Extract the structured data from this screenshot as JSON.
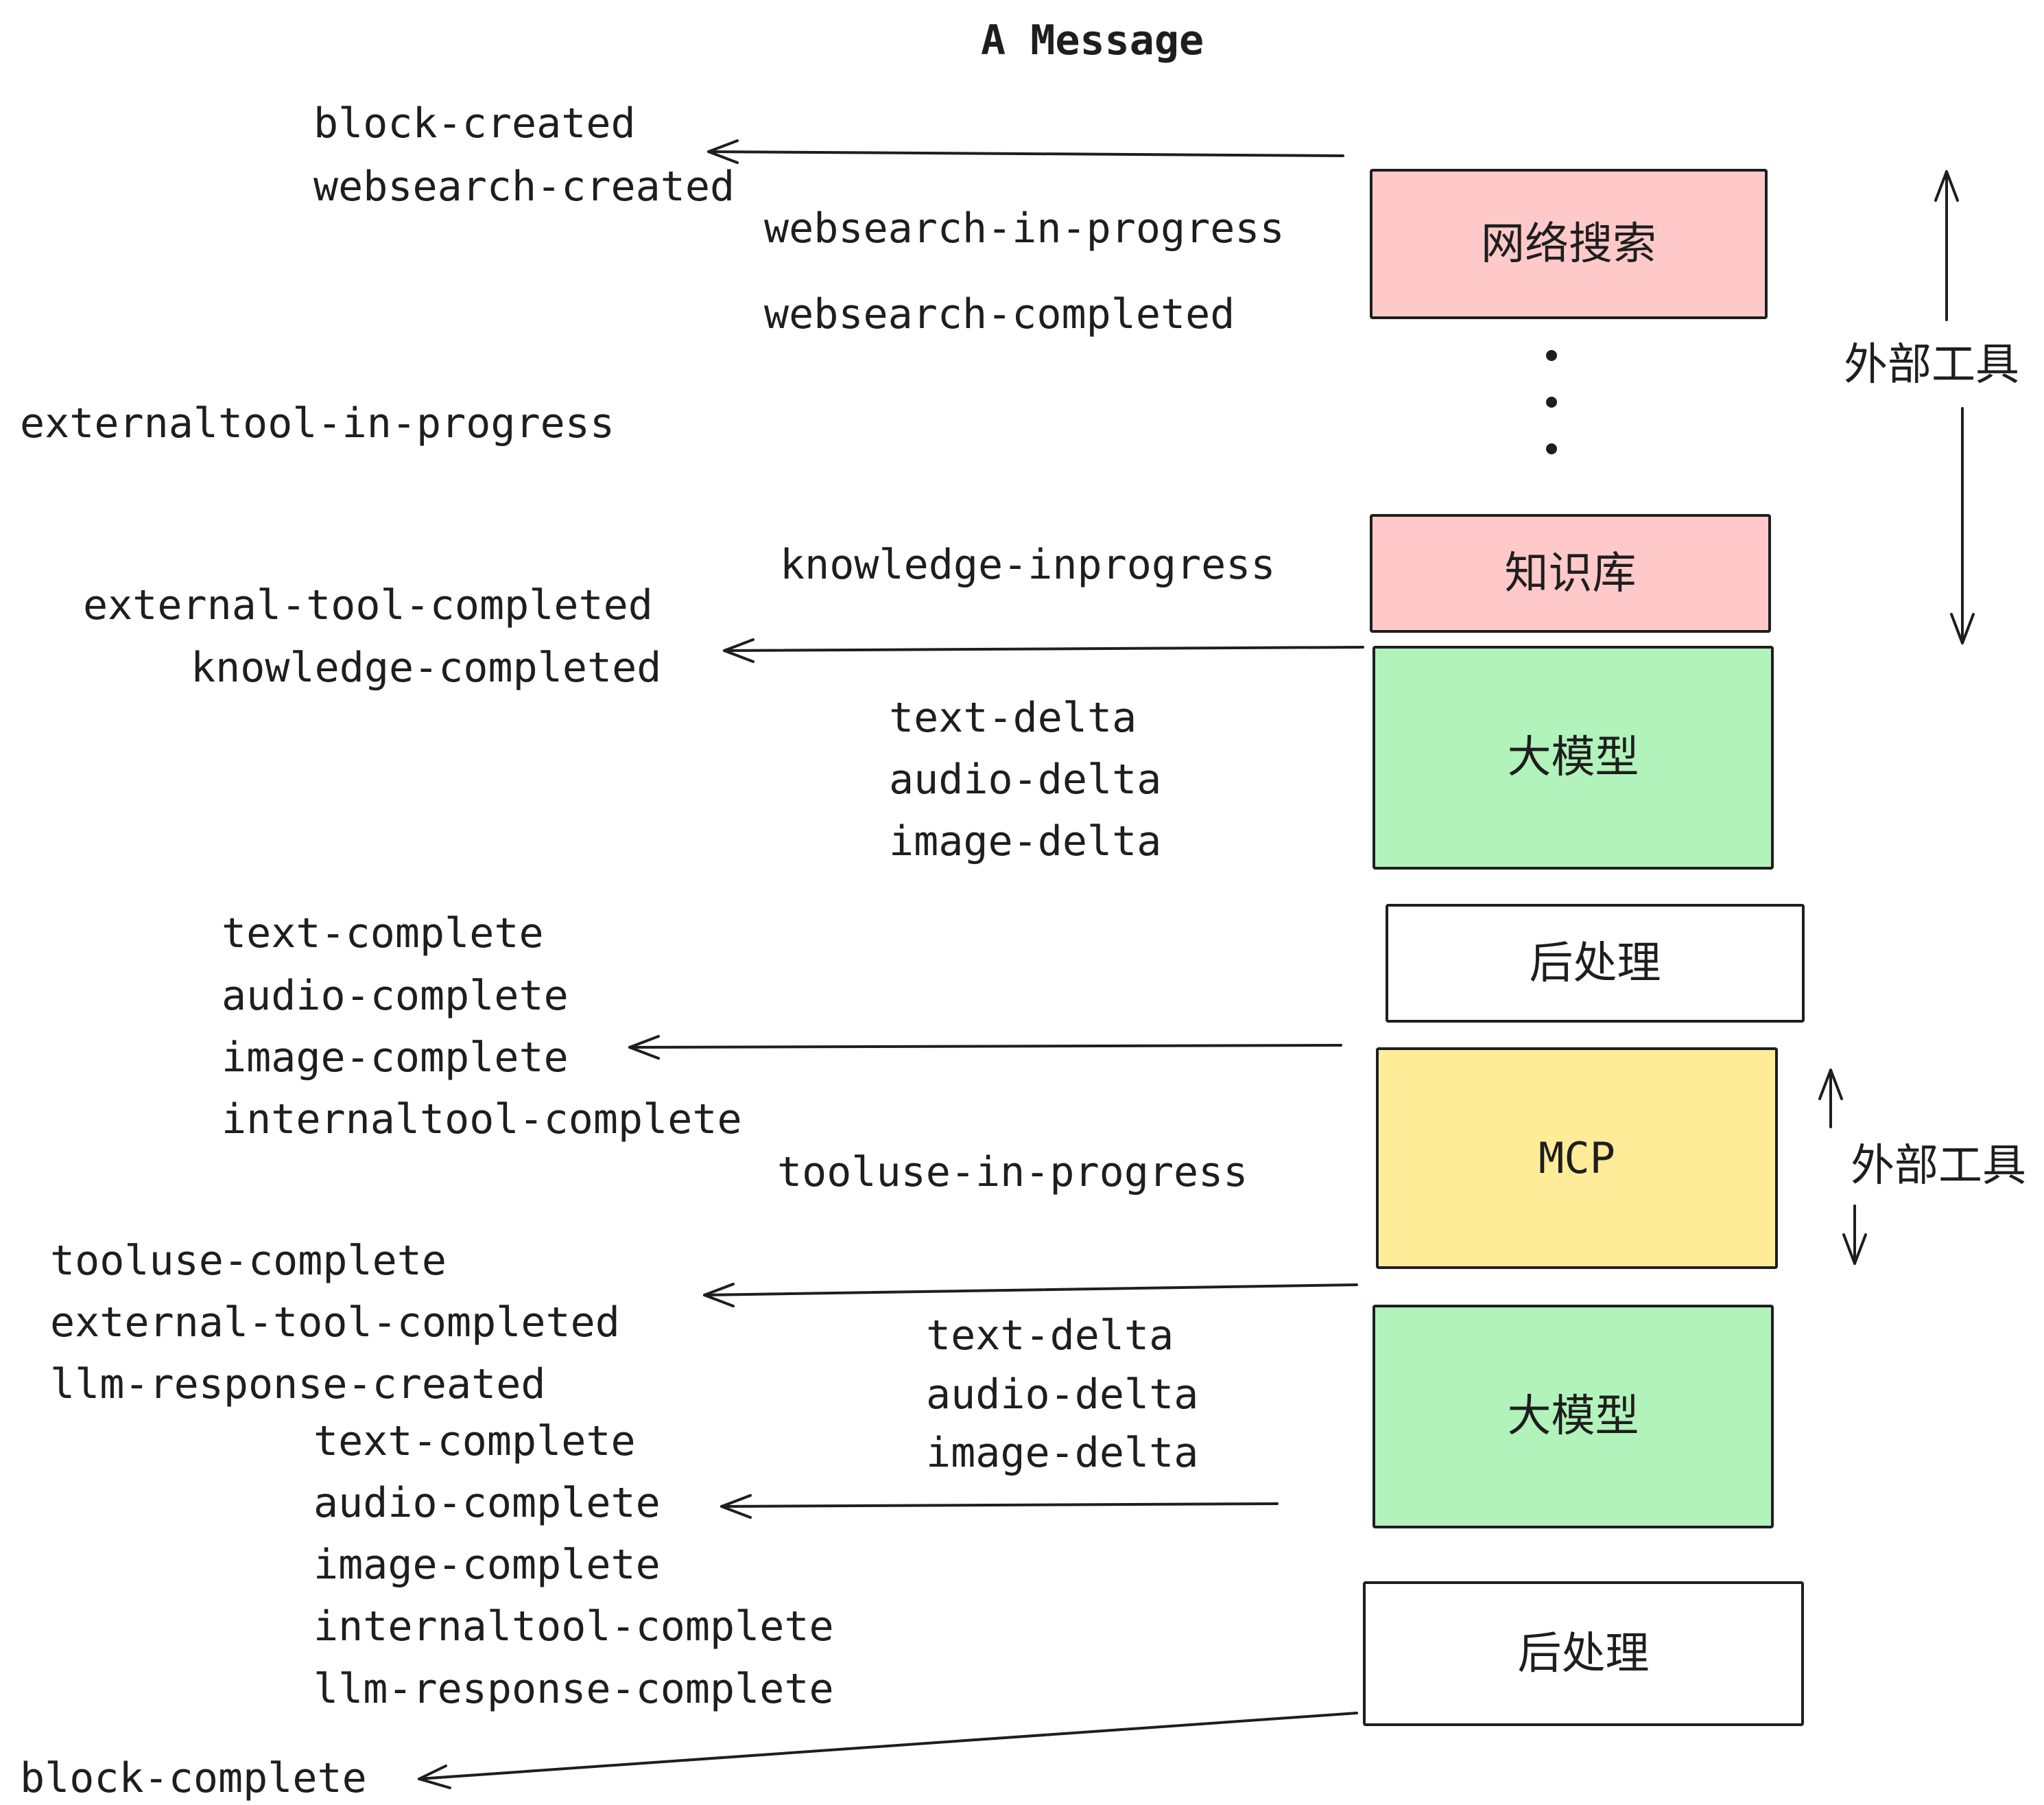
{
  "title": "A Message",
  "event_labels": [
    "block-created",
    "websearch-created",
    "websearch-in-progress",
    "websearch-completed",
    "externaltool-in-progress",
    "knowledge-inprogress",
    "external-tool-completed",
    "knowledge-completed",
    "text-delta",
    "audio-delta",
    "image-delta",
    "text-complete",
    "audio-complete",
    "image-complete",
    "internaltool-complete",
    "tooluse-in-progress",
    "tooluse-complete",
    "external-tool-completed",
    "llm-response-created",
    "text-delta",
    "audio-delta",
    "image-delta",
    "text-complete",
    "audio-complete",
    "image-complete",
    "internaltool-complete",
    "llm-response-complete",
    "block-complete"
  ],
  "nodes": [
    {
      "label": "网络搜索",
      "fill": "#ffc9c9"
    },
    {
      "label": "知识库",
      "fill": "#ffc9c9"
    },
    {
      "label": "大模型",
      "fill": "#b2f2bb"
    },
    {
      "label": "后处理",
      "fill": "#ffffff"
    },
    {
      "label": "MCP",
      "fill": "#ffec99"
    },
    {
      "label": "大模型",
      "fill": "#b2f2bb"
    },
    {
      "label": "后处理",
      "fill": "#ffffff"
    }
  ],
  "side_annotations": [
    "外部工具",
    "外部工具"
  ],
  "colors": {
    "stroke": "#1e1e1e",
    "pink": "#ffc9c9",
    "green": "#b2f2bb",
    "yellow": "#ffec99",
    "white": "#ffffff"
  }
}
